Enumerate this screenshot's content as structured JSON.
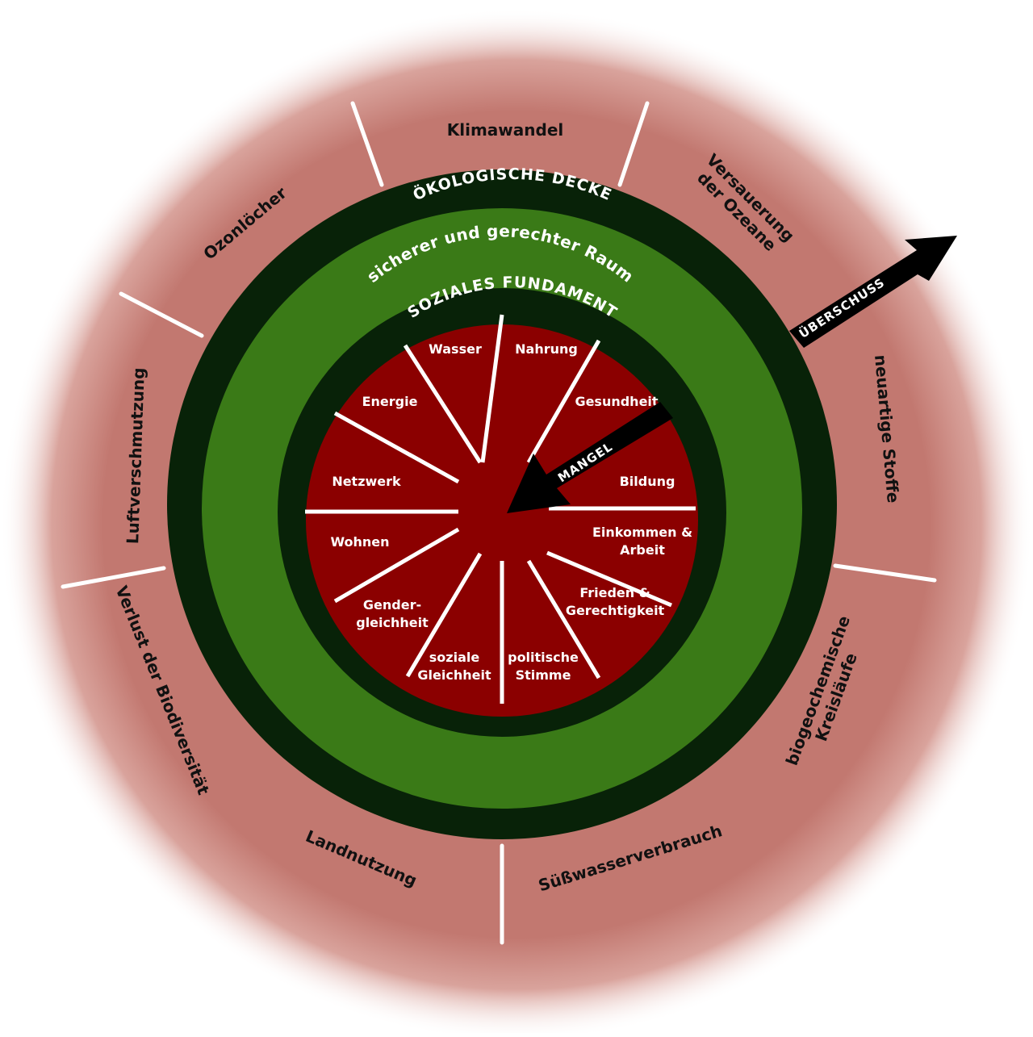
{
  "colors": {
    "overshoot_zone": "#c27870",
    "ceiling_ring": "#082208",
    "safe_space": "#3a7a17",
    "foundation_ring": "#082208",
    "shortfall_zone": "#8b0000",
    "divider": "#ffffff",
    "outer_text": "#111111",
    "inner_text": "#ffffff"
  },
  "rings": {
    "ecological_ceiling": "ÖKOLOGISCHE DECKE",
    "safe_just_space": "sicherer und gerechter Raum",
    "social_foundation": "SOZIALES FUNDAMENT"
  },
  "arrows": {
    "overshoot": "ÜBERSCHUSS",
    "shortfall": "MANGEL"
  },
  "ecological_boundaries": [
    {
      "lines": [
        "Klimawandel"
      ]
    },
    {
      "lines": [
        "Versauerung",
        "der Ozeane"
      ]
    },
    {
      "lines": [
        "neuartige Stoffe"
      ]
    },
    {
      "lines": [
        "biogeochemische",
        "Kreisläufe"
      ]
    },
    {
      "lines": [
        "Süßwasserverbrauch"
      ]
    },
    {
      "lines": [
        "Landnutzung"
      ]
    },
    {
      "lines": [
        "Verlust der Biodiversität"
      ]
    },
    {
      "lines": [
        "Luftverschmutzung"
      ]
    },
    {
      "lines": [
        "Ozonlöcher"
      ]
    }
  ],
  "social_foundation_items": [
    {
      "lines": [
        "Wasser"
      ]
    },
    {
      "lines": [
        "Nahrung"
      ]
    },
    {
      "lines": [
        "Gesundheit"
      ]
    },
    {
      "lines": [
        "Bildung"
      ]
    },
    {
      "lines": [
        "Einkommen &",
        "Arbeit"
      ]
    },
    {
      "lines": [
        "Frieden &",
        "Gerechtigkeit"
      ]
    },
    {
      "lines": [
        "politische",
        "Stimme"
      ]
    },
    {
      "lines": [
        "soziale",
        "Gleichheit"
      ]
    },
    {
      "lines": [
        "Gender-",
        "gleichheit"
      ]
    },
    {
      "lines": [
        "Wohnen"
      ]
    },
    {
      "lines": [
        "Netzwerk"
      ]
    },
    {
      "lines": [
        "Energie"
      ]
    }
  ]
}
